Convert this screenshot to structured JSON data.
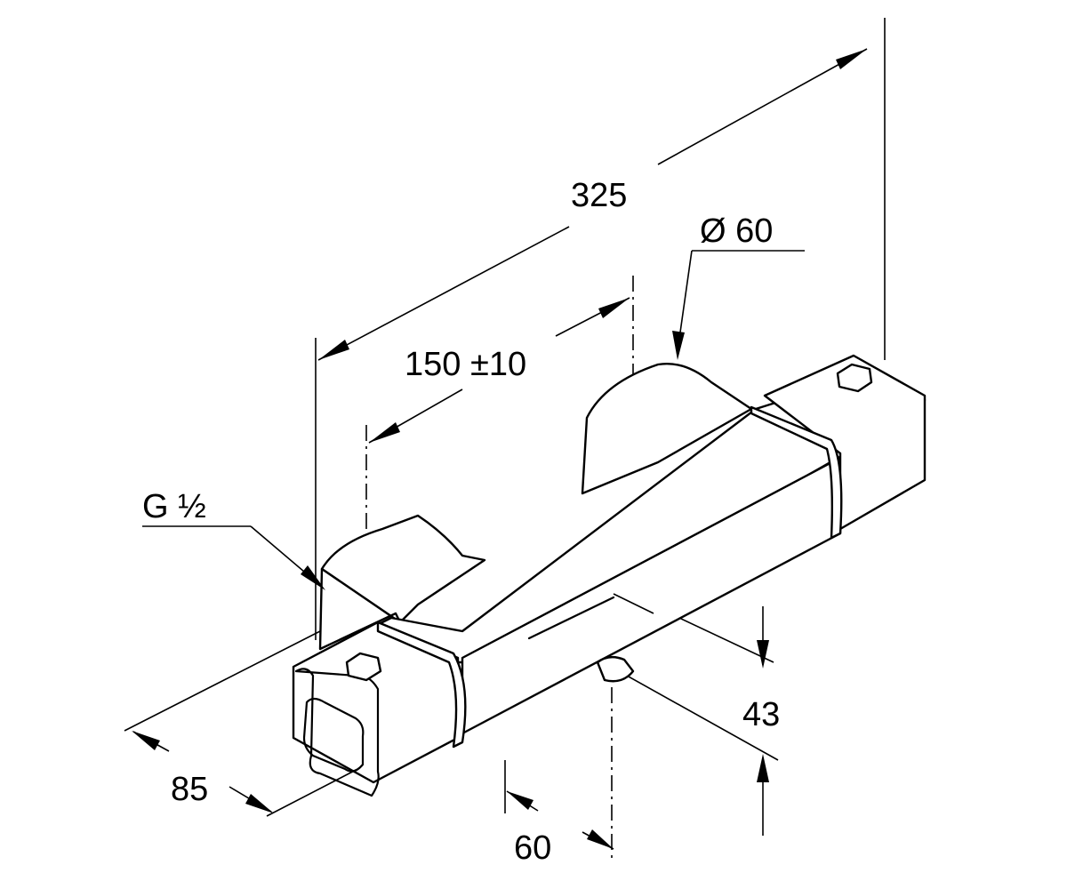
{
  "dimensions": {
    "overall_length": "325",
    "center_distance": "150 ±10",
    "knob_diameter": "Ø 60",
    "connection_thread": "G ½",
    "depth": "85",
    "outlet_offset": "60",
    "outlet_height": "43"
  }
}
